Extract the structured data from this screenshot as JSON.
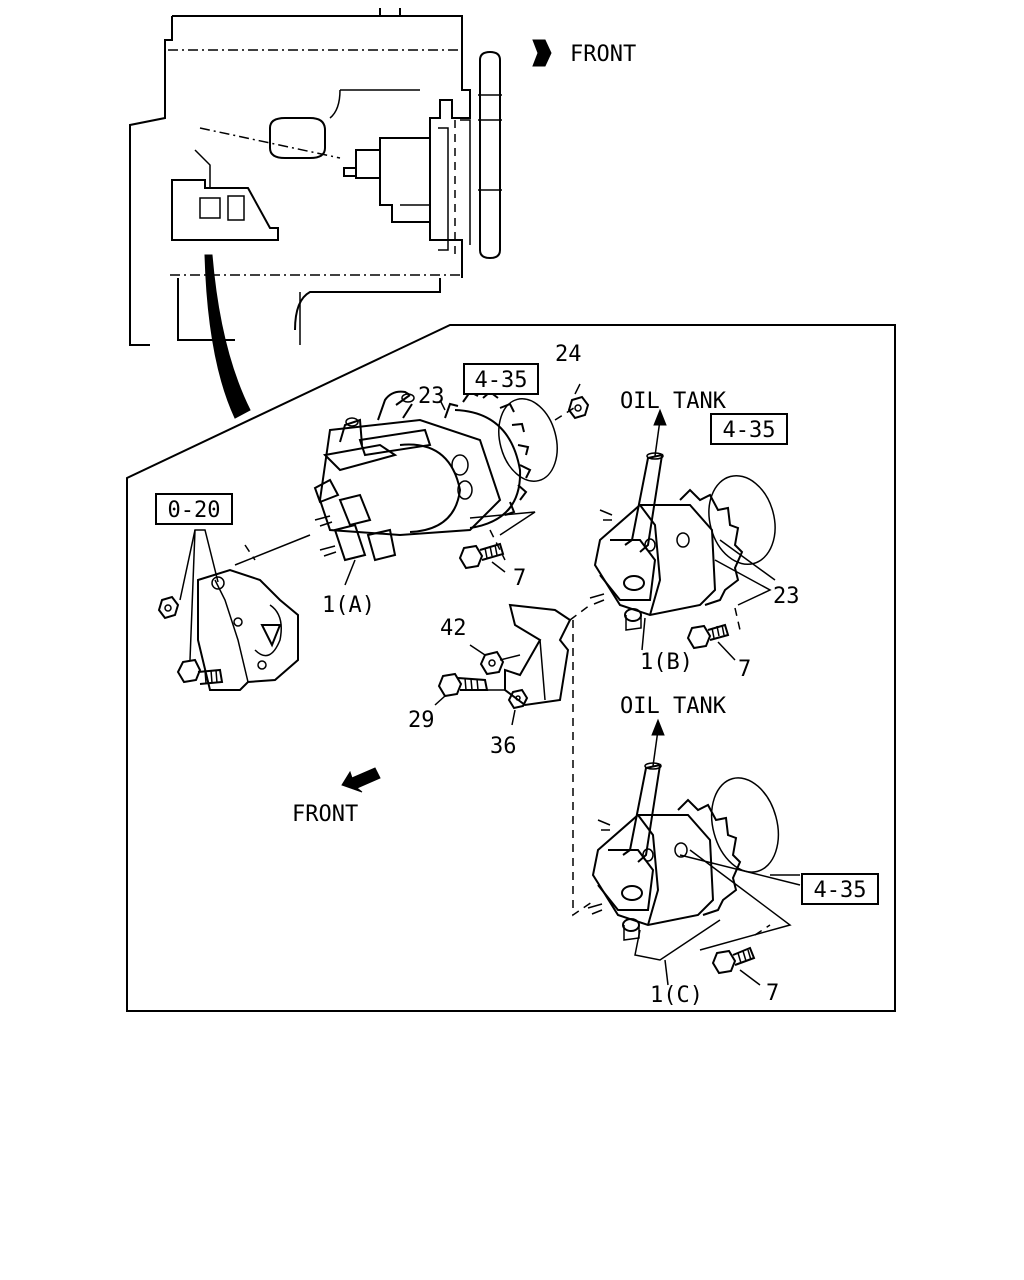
{
  "labels": {
    "front_top": "FRONT",
    "front_bottom": "FRONT",
    "oil_tank_1": "OIL TANK",
    "oil_tank_2": "OIL TANK"
  },
  "callouts": {
    "ref_0_20": "0-20",
    "ref_4_35_a": "4-35",
    "ref_4_35_b": "4-35",
    "ref_4_35_c": "4-35"
  },
  "parts": {
    "p23_a": "23",
    "p24": "24",
    "p7_a": "7",
    "p1a": "1(A)",
    "p42": "42",
    "p29": "29",
    "p36": "36",
    "p23_b": "23",
    "p1b": "1(B)",
    "p7_b": "7",
    "p1c": "1(C)",
    "p7_c": "7"
  }
}
